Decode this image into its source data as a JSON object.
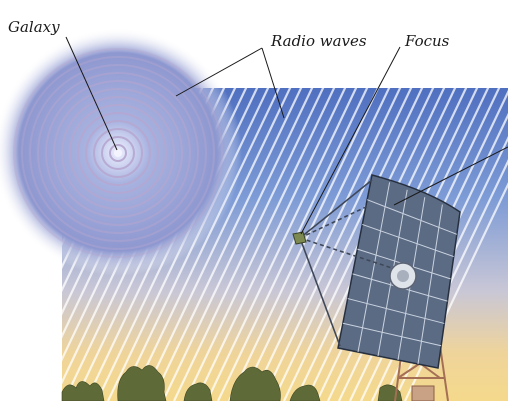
{
  "labels": {
    "galaxy": "Galaxy",
    "radio_waves": "Radio waves",
    "focus": "Focus"
  },
  "colors": {
    "sky_top": "#4f6fc0",
    "sky_mid": "#8aa9dc",
    "sky_low": "#d9c9c6",
    "horizon": "#f3d38a",
    "galaxy_rings": "#9a8fbe",
    "galaxy_bg": "#7f8fc8",
    "dish_panel": "#4c5b73",
    "tower": "#b9826a",
    "trees": "#5f6a3a"
  },
  "icons": [
    "galaxy-icon",
    "radio-telescope-icon",
    "trees-icon"
  ]
}
